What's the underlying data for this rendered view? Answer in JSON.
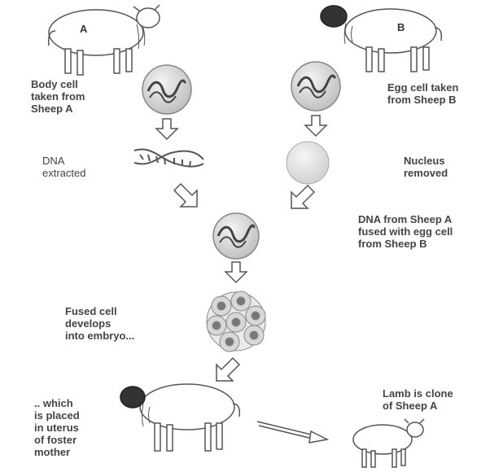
{
  "sheep_a": {
    "letter": "A"
  },
  "sheep_b": {
    "letter": "B"
  },
  "labels": {
    "body_cell": "Body cell\ntaken from\nSheep A",
    "egg_cell": "Egg cell taken\nfrom Sheep B",
    "dna_extracted": "DNA\nextracted",
    "nucleus_removed": "Nucleus\nremoved",
    "dna_fused": "DNA from Sheep A\nfused with egg cell\nfrom Sheep B",
    "fused_cell": "Fused cell\ndevelops\ninto embryo...",
    "placed_uterus": ".. which\nis placed\nin uterus\nof foster\nmother",
    "lamb_clone": "Lamb is clone\nof Sheep A"
  },
  "colors": {
    "ink": "#444444",
    "cell_fill": "#e2e2e2",
    "nucleus_fill": "#9a9a9a",
    "face_dark": "#333333"
  },
  "icons": [
    "sheep-icon",
    "cell-icon",
    "dna-helix-icon",
    "arrow-icon",
    "embryo-icon",
    "lamb-icon"
  ]
}
